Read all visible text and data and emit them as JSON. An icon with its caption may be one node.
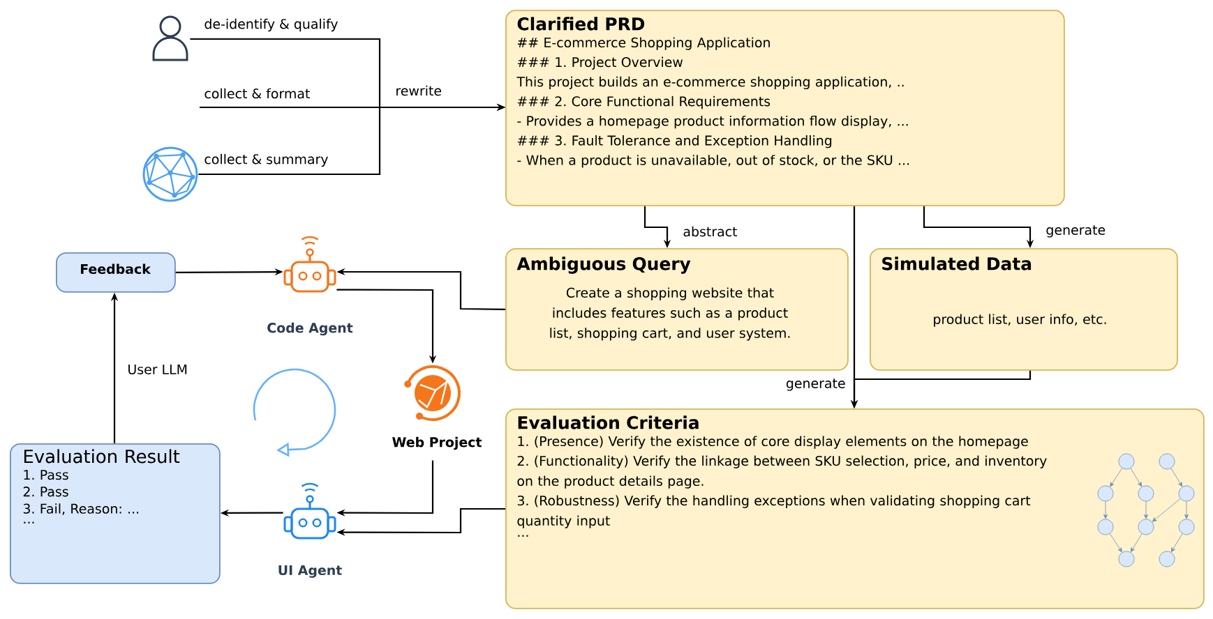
{
  "diagram": {
    "nodes": [
      {
        "text": [],
        "shape": "person"
      },
      {
        "text": [],
        "shape": "picture"
      },
      {
        "text": [
          "Clarified PRD",
          "## E-commerce Shopping Application",
          "### 1. Project Overview",
          "This project builds an e-commerce shopping application, ..",
          "### 2. Core Functional Requirements",
          "- Provides a homepage product information flow display, ...",
          "### 3. Fault Tolerance and Exception Handling",
          "- When a product is unavailable, out of stock, or the SKU ..."
        ]
      },
      {
        "text": [
          "Ambiguous Query",
          "Create a shopping website that includes features such as a product list, shopping cart, and user system."
        ]
      },
      {
        "text": [
          "Simulated Data",
          "product list, user info, etc."
        ]
      },
      {
        "text": [
          "Evaluation Criteria",
          "1. (Presence) Verify the existence of core display elements on the homepage",
          "2. (Functionality) Verify the linkage between SKU selection, price, and inventory on the product details page.",
          "3. (Robustness) Verify the handling exceptions when validating shopping cart quantity input",
          "..."
        ]
      },
      {
        "text": [
          "Feedback"
        ]
      },
      {
        "text": [],
        "shape": "picture",
        "beside": [
          "Code Agent"
        ]
      },
      {
        "text": [],
        "shape": "picture",
        "beside": [
          "Web Project"
        ]
      },
      {
        "text": [],
        "shape": "picture",
        "beside": [
          "UI Agent"
        ]
      },
      {
        "text": [
          "Evaluation Result",
          "1. Pass",
          "2. Pass",
          "3. Fail, Reason: ...",
          "..."
        ]
      }
    ],
    "edges": [
      {
        "from": 0,
        "to": 2,
        "arrow": "to",
        "label": "de-identify & qualify"
      },
      {
        "from": null,
        "to": 2,
        "arrow": "to",
        "label": "collect & format"
      },
      {
        "from": 1,
        "to": 2,
        "arrow": "to",
        "label": "collect & summary"
      },
      {
        "from": 2,
        "to": 3,
        "arrow": "to",
        "label": "abstract"
      },
      {
        "from": 2,
        "to": 4,
        "arrow": "to",
        "label": "generate"
      },
      {
        "from": 2,
        "to": 5,
        "arrow": "to",
        "label": "generate"
      },
      {
        "from": 4,
        "to": 5,
        "arrow": "to"
      },
      {
        "from": 3,
        "to": 7,
        "arrow": "to"
      },
      {
        "from": 6,
        "to": 7,
        "arrow": "to"
      },
      {
        "from": 7,
        "to": 8,
        "arrow": "to"
      },
      {
        "from": 8,
        "to": 9,
        "arrow": "to"
      },
      {
        "from": 5,
        "to": 9,
        "arrow": "to"
      },
      {
        "from": 9,
        "to": 10,
        "arrow": "to"
      },
      {
        "from": 10,
        "to": 6,
        "arrow": "to",
        "label": "User LLM"
      }
    ],
    "labels": [
      "rewrite"
    ]
  }
}
